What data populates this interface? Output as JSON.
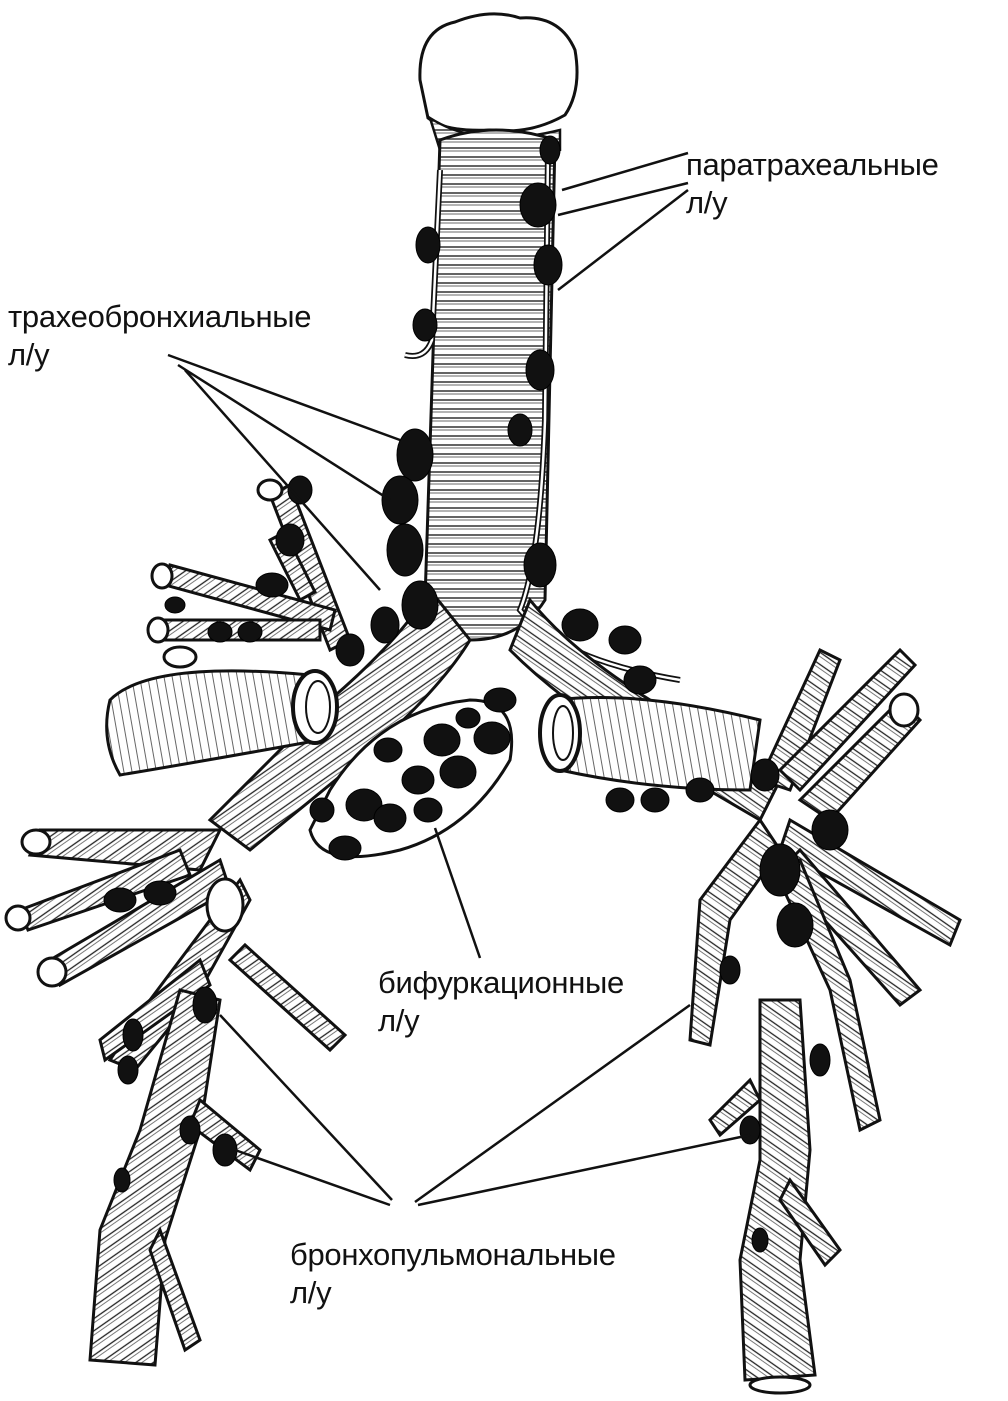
{
  "diagram": {
    "labels": {
      "paratracheal": {
        "line1": "паратрахеальные",
        "line2": "л/у"
      },
      "tracheobronchial": {
        "line1": "трахеобронхиальные",
        "line2": "л/у"
      },
      "bifurcation": {
        "line1": "бифуркационные",
        "line2": "л/у"
      },
      "bronchopulmonary": {
        "line1": "бронхопульмональные",
        "line2": "л/у"
      }
    }
  }
}
